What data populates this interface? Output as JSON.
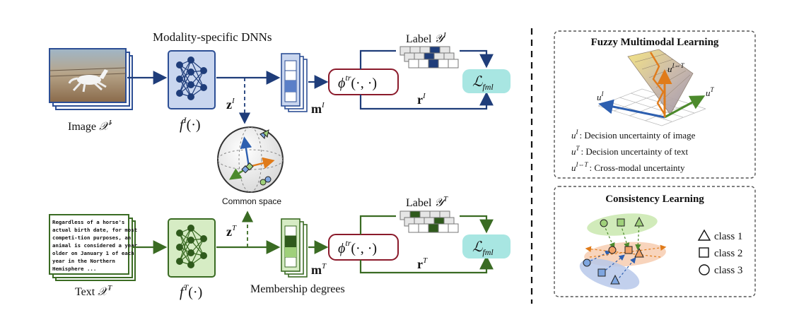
{
  "left": {
    "dnn_title": "Modality-specific DNNs",
    "image_label": "Image",
    "image_symbol": "𝒳",
    "image_sup": "I",
    "text_label": "Text",
    "text_symbol": "𝒳",
    "text_sup": "T",
    "f_image": "f",
    "f_image_sup": "I",
    "f_image_arg": "(·)",
    "f_text": "f",
    "f_text_sup": "T",
    "f_text_arg": "(·)",
    "z_image": "z",
    "z_image_sup": "I",
    "z_text": "z",
    "z_text_sup": "T",
    "m_image": "m",
    "m_image_sup": "I",
    "m_text": "m",
    "m_text_sup": "T",
    "common_space": "Common space",
    "membership": "Membership degrees",
    "label_image": "Label",
    "label_image_sym": "𝒴",
    "label_image_sup": "I",
    "label_text": "Label",
    "label_text_sym": "𝒴",
    "label_text_sup": "T",
    "phi": "ϕ",
    "phi_sup": "tr",
    "phi_arg": "(·, ·)",
    "loss": "ℒ",
    "loss_sub": "fml",
    "r_image": "r",
    "r_image_sup": "I",
    "r_text": "r",
    "r_text_sup": "T",
    "text_lines": [
      "Regardless of a horse's",
      "actual birth date, for most",
      "competi-tion purposes, an",
      "animal is considered a year",
      "older on January 1 of each",
      "year in the Northern",
      "Hemisphere ..."
    ]
  },
  "fuzzy": {
    "title": "Fuzzy Multimodal Learning",
    "cross_label": "u",
    "cross_sup": "I⇔T",
    "axis_i": "u",
    "axis_i_sup": "I",
    "axis_t": "u",
    "axis_t_sup": "T",
    "legend": [
      {
        "sym": "u",
        "sup": "I",
        "text": ": Decision uncertainty of image"
      },
      {
        "sym": "u",
        "sup": "T",
        "text": ": Decision uncertainty of text"
      },
      {
        "sym": "u",
        "sup": "I⇔T",
        "text": ": Cross-modal uncertainty"
      }
    ]
  },
  "consistency": {
    "title": "Consistency Learning",
    "classes": [
      "class 1",
      "class 2",
      "class 3"
    ]
  },
  "colors": {
    "image_blue": "#1f3d7a",
    "text_green": "#3a6b23",
    "phi_border": "#8b1a2b",
    "loss_fill": "#a8e6e2",
    "dnn_blue_fill": "#c9d6ef",
    "dnn_green_fill": "#d6ecc4"
  }
}
